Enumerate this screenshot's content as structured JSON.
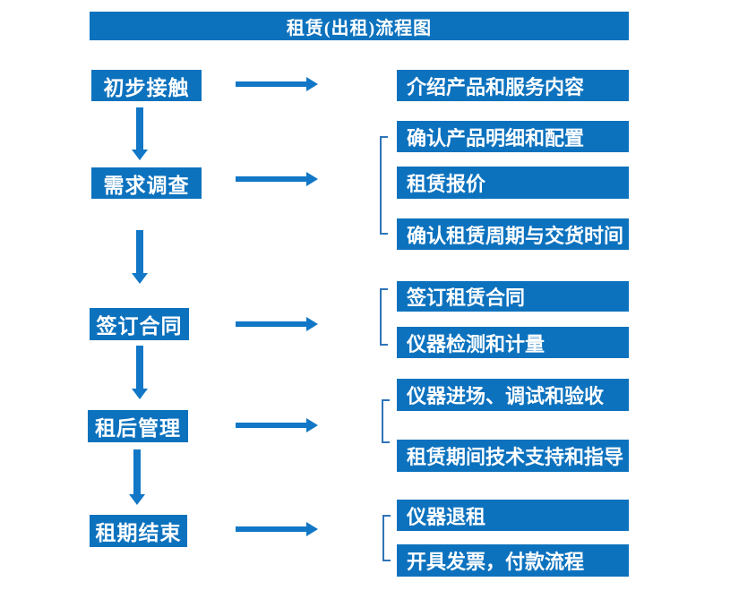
{
  "title": "租赁(出租)流程图",
  "colors": {
    "box": "#0d72be",
    "arrow": "#1177c6",
    "bracket": "#2f74b8",
    "text": "#ffffff",
    "background": "#ffffff"
  },
  "steps": [
    {
      "label": "初步接触",
      "details": [
        "介绍产品和服务内容"
      ]
    },
    {
      "label": "需求调查",
      "details": [
        "确认产品明细和配置",
        "租赁报价",
        "确认租赁周期与交货时间"
      ]
    },
    {
      "label": "签订合同",
      "details": [
        "签订租赁合同",
        "仪器检测和计量"
      ]
    },
    {
      "label": "租后管理",
      "details": [
        "仪器进场、调试和验收",
        "租赁期间技术支持和指导"
      ]
    },
    {
      "label": "租期结束",
      "details": [
        "仪器退租",
        "开具发票，付款流程"
      ]
    }
  ]
}
